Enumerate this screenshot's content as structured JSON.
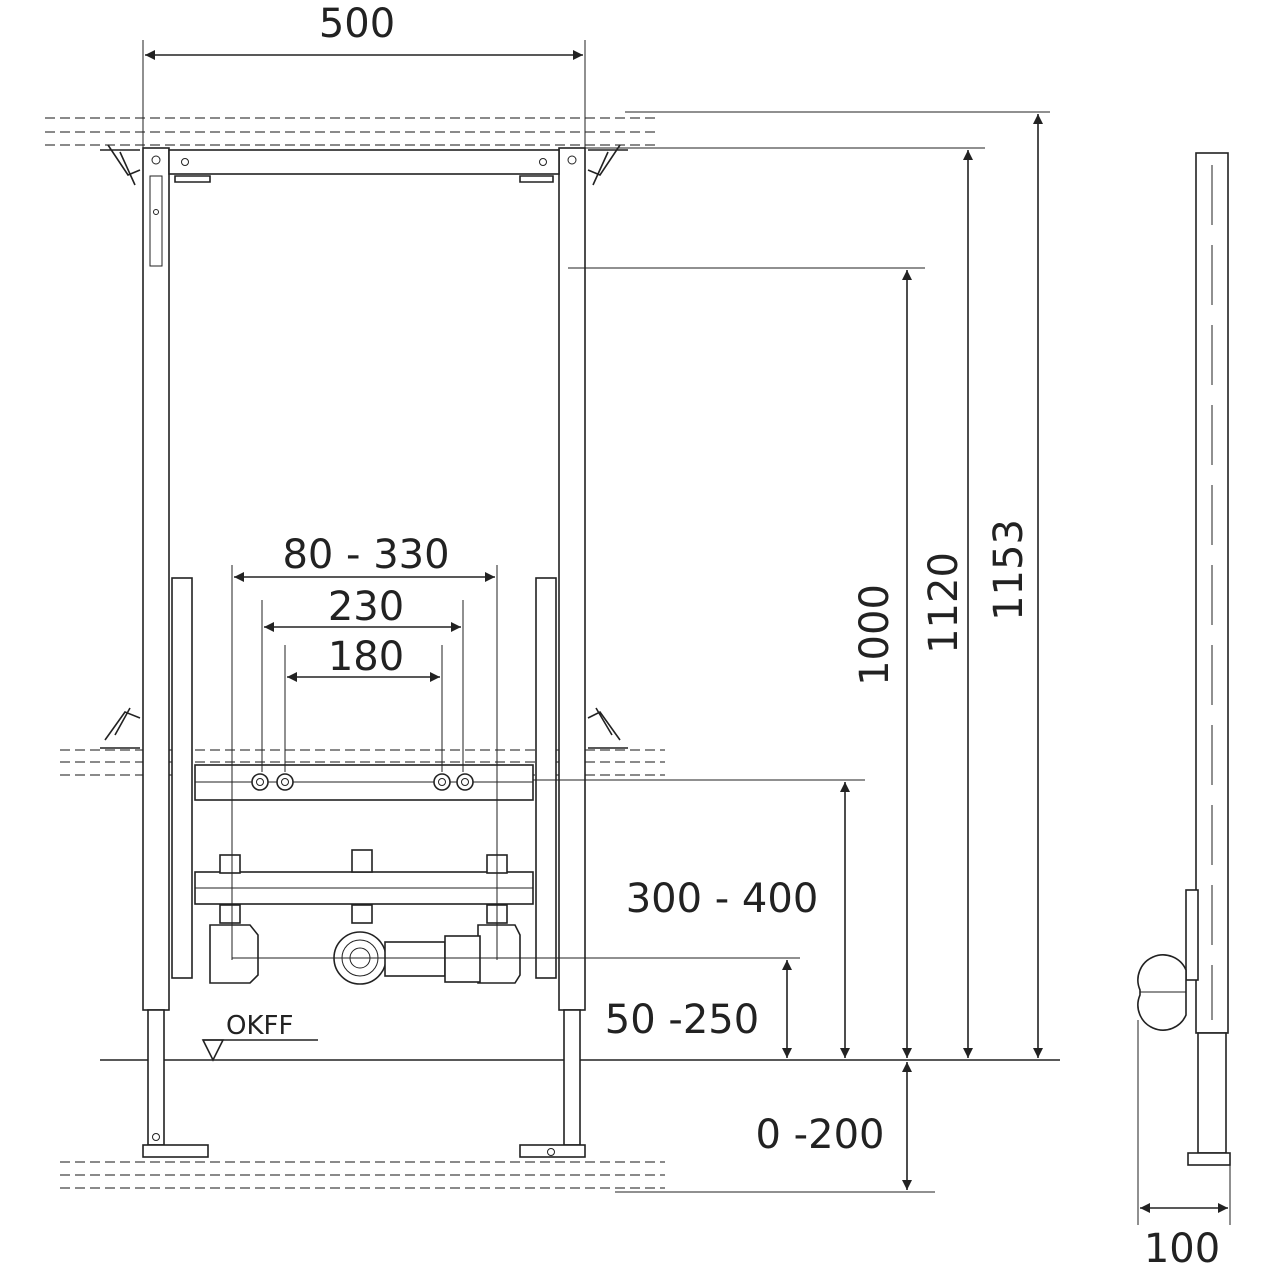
{
  "dimensions": {
    "frame_width": "500",
    "outlet_spacing_range": "80 - 330",
    "outlet_spacing_outer": "230",
    "outlet_spacing_inner": "180",
    "height_1000": "1000",
    "height_1120": "1120",
    "height_1153": "1153",
    "outlet_height_range": "300 - 400",
    "drain_height_range": "50 -250",
    "foot_adjust_range": "0 -200",
    "depth": "100"
  },
  "labels": {
    "floor_reference": "OKFF"
  },
  "colors": {
    "line": "#222222",
    "background": "#ffffff"
  }
}
